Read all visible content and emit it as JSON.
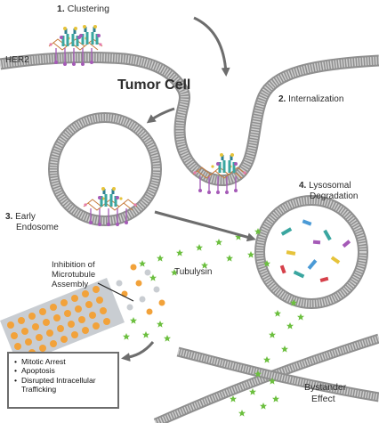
{
  "steps": [
    {
      "number": "1.",
      "label": "Clustering"
    },
    {
      "number": "2.",
      "label": "Internalization"
    },
    {
      "number": "3.",
      "label_line1": "Early",
      "label_line2": "Endosome"
    },
    {
      "number": "4.",
      "label_line1": "Lysosomal",
      "label_line2": "Degradation"
    }
  ],
  "labels": {
    "receptor": "HER2",
    "cell": "Tumor Cell",
    "payload": "Tubulysin",
    "inhibition": [
      "Inhibition of",
      "Microtubule",
      "Assembly"
    ],
    "bystander": [
      "Bystander",
      "Effect"
    ]
  },
  "outcomes": [
    "Mitotic Arrest",
    "Apoptosis",
    "Disrupted Intracellular Trafficking"
  ],
  "colors": {
    "membrane": "#bdbdbd",
    "membrane_edge": "#8f8f8f",
    "payload_star": "#6cbf3f",
    "microtubule_orange": "#f2a23a",
    "microtubule_gray": "#c9cdd2",
    "antibody_teal": "#3aa6a0",
    "antibody_purple": "#a55ab7",
    "arrow": "#6d6d6d"
  }
}
